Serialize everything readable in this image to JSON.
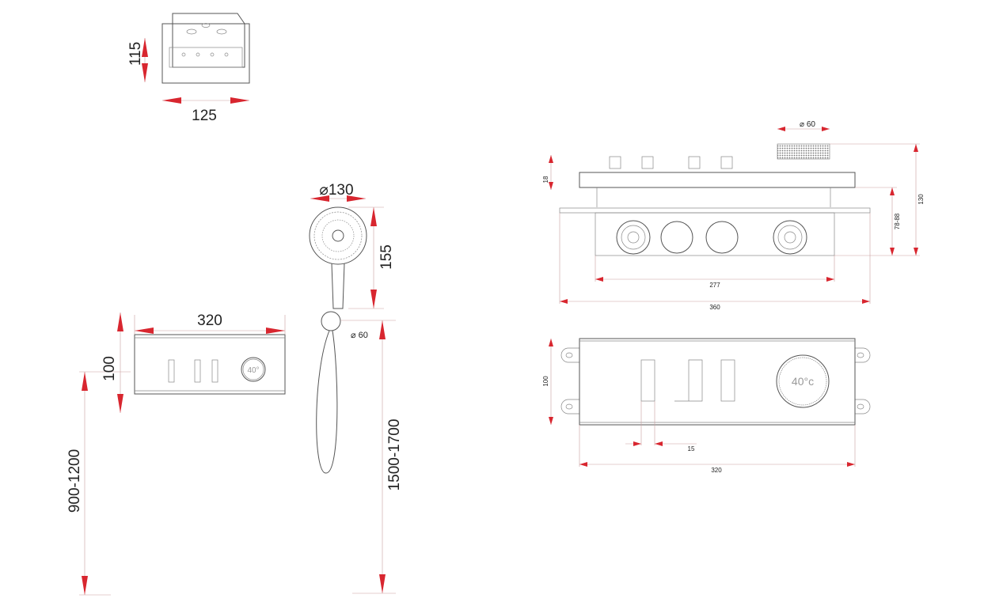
{
  "colors": {
    "dimension_arrow": "#d8262f",
    "outline": "#555555"
  },
  "top_view": {
    "height_label": "115",
    "width_label": "125"
  },
  "hand_shower": {
    "diameter_label": "⌀130",
    "length_label": "155",
    "holder_diameter_label": "⌀ 60",
    "mount_height_label": "1500-1700"
  },
  "front_panel": {
    "width_label": "320",
    "height_label": "100",
    "mount_height_label": "900-1200",
    "display_text": "40°"
  },
  "side_view": {
    "knob_diameter_label": "⌀ 60",
    "plate_thickness_label": "18",
    "depth_label": "78-88",
    "total_depth_label": "130",
    "inner_width_label": "277",
    "total_width_label": "360"
  },
  "front_view": {
    "height_label": "100",
    "button_width_label": "15",
    "width_label": "320",
    "display_text": "40°c"
  }
}
